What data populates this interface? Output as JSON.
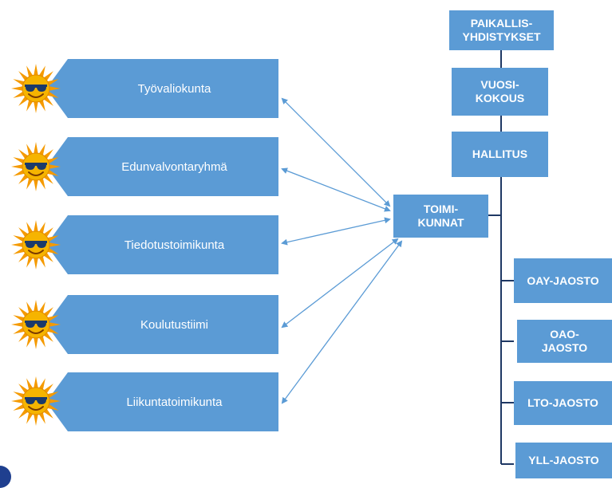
{
  "top_boxes": [
    {
      "label": "PAIKALLIS-\nYHDISTYKSET"
    },
    {
      "label": "VUOSI-\nKOKOUS"
    },
    {
      "label": "HALLITUS"
    }
  ],
  "center_box": {
    "label": "TOIMI-\nKUNNAT"
  },
  "committees": [
    {
      "label": "Työvaliokunta"
    },
    {
      "label": "Edunvalvontaryhmä"
    },
    {
      "label": "Tiedotustoimikunta"
    },
    {
      "label": "Koulutustiimi"
    },
    {
      "label": "Liikuntatoimikunta"
    }
  ],
  "sections": [
    {
      "label": "OAY-JAOSTO"
    },
    {
      "label": "OAO-\nJAOSTO"
    },
    {
      "label": "LTO-JAOSTO"
    },
    {
      "label": "YLL-JAOSTO"
    }
  ],
  "icons": {
    "sun": "sun-with-sunglasses-icon"
  },
  "colors": {
    "box": "#5b9bd5",
    "arrow": "#5b9bd5",
    "connector": "#1f3864",
    "sun_face": "#f6b400",
    "sun_rays": "#f59a00"
  }
}
